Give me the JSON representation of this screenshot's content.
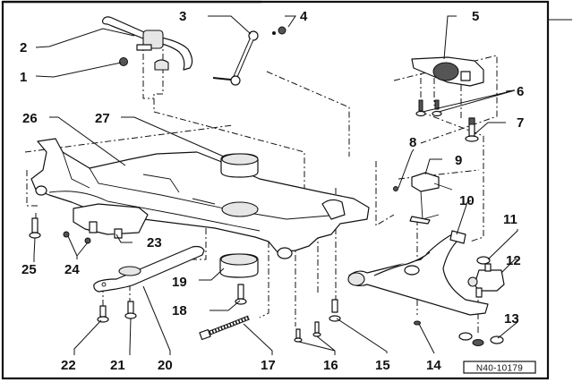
{
  "diagram": {
    "title": "Front subframe and suspension exploded view",
    "reference_code": "N40-10179",
    "callouts": [
      {
        "id": "1",
        "label": "1"
      },
      {
        "id": "2",
        "label": "2"
      },
      {
        "id": "3",
        "label": "3"
      },
      {
        "id": "4",
        "label": "4"
      },
      {
        "id": "5",
        "label": "5"
      },
      {
        "id": "6",
        "label": "6"
      },
      {
        "id": "7",
        "label": "7"
      },
      {
        "id": "8",
        "label": "8"
      },
      {
        "id": "9",
        "label": "9"
      },
      {
        "id": "10",
        "label": "10"
      },
      {
        "id": "11",
        "label": "11"
      },
      {
        "id": "12",
        "label": "12"
      },
      {
        "id": "13",
        "label": "13"
      },
      {
        "id": "14",
        "label": "14"
      },
      {
        "id": "15",
        "label": "15"
      },
      {
        "id": "16",
        "label": "16"
      },
      {
        "id": "17",
        "label": "17"
      },
      {
        "id": "18",
        "label": "18"
      },
      {
        "id": "19",
        "label": "19"
      },
      {
        "id": "20",
        "label": "20"
      },
      {
        "id": "21",
        "label": "21"
      },
      {
        "id": "22",
        "label": "22"
      },
      {
        "id": "23",
        "label": "23"
      },
      {
        "id": "24",
        "label": "24"
      },
      {
        "id": "25",
        "label": "25"
      },
      {
        "id": "26",
        "label": "26"
      },
      {
        "id": "27",
        "label": "27"
      }
    ],
    "parts": [
      {
        "callout": "1",
        "name": "nut"
      },
      {
        "callout": "2",
        "name": "stabilizer bar"
      },
      {
        "callout": "3",
        "name": "coupling rod"
      },
      {
        "callout": "4",
        "name": "nut"
      },
      {
        "callout": "5",
        "name": "bearing bracket"
      },
      {
        "callout": "6",
        "name": "bolts"
      },
      {
        "callout": "7",
        "name": "bolt"
      },
      {
        "callout": "8",
        "name": "screw"
      },
      {
        "callout": "9",
        "name": "level sensor"
      },
      {
        "callout": "10",
        "name": "wishbone"
      },
      {
        "callout": "11",
        "name": "nut"
      },
      {
        "callout": "12",
        "name": "ball joint"
      },
      {
        "callout": "13",
        "name": "nuts"
      },
      {
        "callout": "14",
        "name": "nut"
      },
      {
        "callout": "15",
        "name": "bolt"
      },
      {
        "callout": "16",
        "name": "bolts"
      },
      {
        "callout": "17",
        "name": "bolt"
      },
      {
        "callout": "18",
        "name": "bolt"
      },
      {
        "callout": "19",
        "name": "bonded rubber bush"
      },
      {
        "callout": "20",
        "name": "pendulum support"
      },
      {
        "callout": "21",
        "name": "bolt"
      },
      {
        "callout": "22",
        "name": "bolt"
      },
      {
        "callout": "23",
        "name": "heat shield"
      },
      {
        "callout": "24",
        "name": "nuts"
      },
      {
        "callout": "25",
        "name": "bolt"
      },
      {
        "callout": "26",
        "name": "subframe"
      },
      {
        "callout": "27",
        "name": "bonded rubber bush"
      }
    ]
  }
}
